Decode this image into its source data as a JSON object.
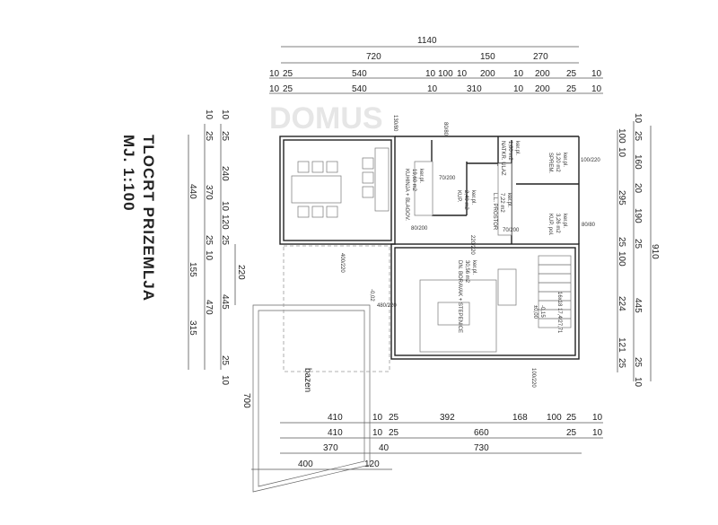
{
  "title": {
    "line1": "TLOCRT PRIZEMLJA",
    "line2": "MJ. 1:100"
  },
  "watermark": "DOMUS",
  "top_dims": {
    "overall": "1140",
    "row2": [
      "720",
      "150",
      "270"
    ],
    "row3": [
      "10",
      "25",
      "540",
      "10",
      "100",
      "10",
      "200",
      "10",
      "200",
      "25",
      "10"
    ],
    "row4": [
      "10",
      "25",
      "540",
      "10",
      "310",
      "10",
      "200",
      "25",
      "10"
    ]
  },
  "left_dims": {
    "outer": [
      "440",
      "155",
      "315"
    ],
    "middle": [
      "10",
      "25",
      "370",
      "25",
      "10",
      "470"
    ],
    "inner": [
      "10",
      "25",
      "240",
      "10",
      "120",
      "25",
      "445",
      "25",
      "10"
    ],
    "extra": "220",
    "pool_height": "700"
  },
  "right_dims": {
    "inner": [
      "100",
      "10",
      "295",
      "25",
      "100",
      "224",
      "121",
      "25"
    ],
    "outer": [
      "10",
      "25",
      "160",
      "20",
      "190",
      "25",
      "445",
      "25",
      "10"
    ],
    "overall": "910"
  },
  "bottom_dims": {
    "row1": [
      "410",
      "10",
      "25",
      "392",
      "168",
      "100",
      "25",
      "10"
    ],
    "row2": [
      "410",
      "10",
      "25",
      "660",
      "25",
      "10"
    ],
    "row3": [
      "370",
      "40",
      "730"
    ],
    "row4": [
      "400",
      "120"
    ]
  },
  "rooms": [
    {
      "name": "KUHINJA + BLAGOV.",
      "area": "19,60 m2",
      "floor": "ker.pl."
    },
    {
      "name": "L.L. PROSTOR",
      "area": "7,22 m2",
      "floor": "ker.pl."
    },
    {
      "name": "KUP.",
      "area": "2,40 m2",
      "floor": "ker.pl."
    },
    {
      "name": "NATKR. ULAZ",
      "area": "1,60 m2",
      "floor": "ker.pl."
    },
    {
      "name": "SPREM.",
      "area": "3,20 m2",
      "floor": "ker.pl."
    },
    {
      "name": "KUP. pol.",
      "area": "3,26 m2",
      "floor": "ker.pl."
    },
    {
      "name": "DN. BORAVAK + STEPENICE",
      "area": "30,56 m2",
      "floor": "ker.pl."
    },
    {
      "name": "bazen",
      "area": "",
      "floor": ""
    }
  ],
  "openings": [
    "130/80",
    "80/80",
    "70/200",
    "80/200",
    "70/200",
    "100/220",
    "80/80",
    "400/220",
    "480/220",
    "220/220",
    "100/220"
  ],
  "levels": {
    "living": "±0,00",
    "living_sub": "-0,15",
    "terrace": "-0,02"
  },
  "stairs": "16x18 17,4/27,71"
}
